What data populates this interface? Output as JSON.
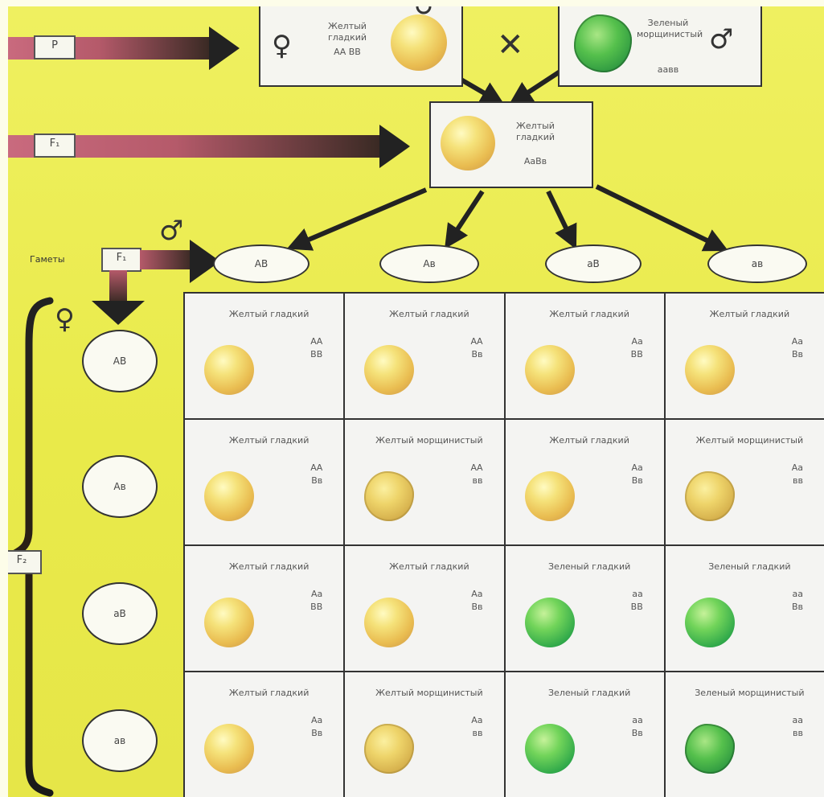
{
  "labels": {
    "p": "P",
    "f1": "F₁",
    "f1_gametes": "F₁",
    "f2": "F₂",
    "gametes": "Гаметы"
  },
  "symbols": {
    "female": "♀",
    "male": "♂",
    "cross": "✕"
  },
  "parents": {
    "female": {
      "phenotype": "Желтый гладкий",
      "genotype": "АА ВВ",
      "pea": "yellow-smooth"
    },
    "male": {
      "phenotype": "Зеленый морщинистый",
      "genotype": "аавв",
      "pea": "green-wrinkled"
    }
  },
  "f1": {
    "phenotype": "Желтый гладкий",
    "genotype": "АаВв",
    "pea": "yellow-smooth"
  },
  "male_gametes": [
    "АВ",
    "Ав",
    "аВ",
    "ав"
  ],
  "female_gametes": [
    "АВ",
    "Ав",
    "аВ",
    "ав"
  ],
  "punnett": [
    [
      {
        "phenotype": "Желтый гладкий",
        "g1": "АА",
        "g2": "ВВ",
        "pea": "yellow-smooth"
      },
      {
        "phenotype": "Желтый гладкий",
        "g1": "АА",
        "g2": "Вв",
        "pea": "yellow-smooth"
      },
      {
        "phenotype": "Желтый гладкий",
        "g1": "Аа",
        "g2": "ВВ",
        "pea": "yellow-smooth"
      },
      {
        "phenotype": "Желтый гладкий",
        "g1": "Аа",
        "g2": "Вв",
        "pea": "yellow-smooth"
      }
    ],
    [
      {
        "phenotype": "Желтый гладкий",
        "g1": "АА",
        "g2": "Вв",
        "pea": "yellow-smooth"
      },
      {
        "phenotype": "Желтый морщинистый",
        "g1": "АА",
        "g2": "вв",
        "pea": "yellow-wrinkled"
      },
      {
        "phenotype": "Желтый гладкий",
        "g1": "Аа",
        "g2": "Вв",
        "pea": "yellow-smooth"
      },
      {
        "phenotype": "Желтый морщинистый",
        "g1": "Аа",
        "g2": "вв",
        "pea": "yellow-wrinkled"
      }
    ],
    [
      {
        "phenotype": "Желтый гладкий",
        "g1": "Аа",
        "g2": "ВВ",
        "pea": "yellow-smooth"
      },
      {
        "phenotype": "Желтый гладкий",
        "g1": "Аа",
        "g2": "Вв",
        "pea": "yellow-smooth"
      },
      {
        "phenotype": "Зеленый гладкий",
        "g1": "аа",
        "g2": "ВВ",
        "pea": "green-smooth"
      },
      {
        "phenotype": "Зеленый гладкий",
        "g1": "аа",
        "g2": "Вв",
        "pea": "green-smooth"
      }
    ],
    [
      {
        "phenotype": "Желтый гладкий",
        "g1": "Аа",
        "g2": "Вв",
        "pea": "yellow-smooth"
      },
      {
        "phenotype": "Желтый морщинистый",
        "g1": "Аа",
        "g2": "вв",
        "pea": "yellow-wrinkled"
      },
      {
        "phenotype": "Зеленый гладкий",
        "g1": "аа",
        "g2": "Вв",
        "pea": "green-smooth"
      },
      {
        "phenotype": "Зеленый морщинистый",
        "g1": "аа",
        "g2": "вв",
        "pea": "green-wrinkled"
      }
    ]
  ]
}
